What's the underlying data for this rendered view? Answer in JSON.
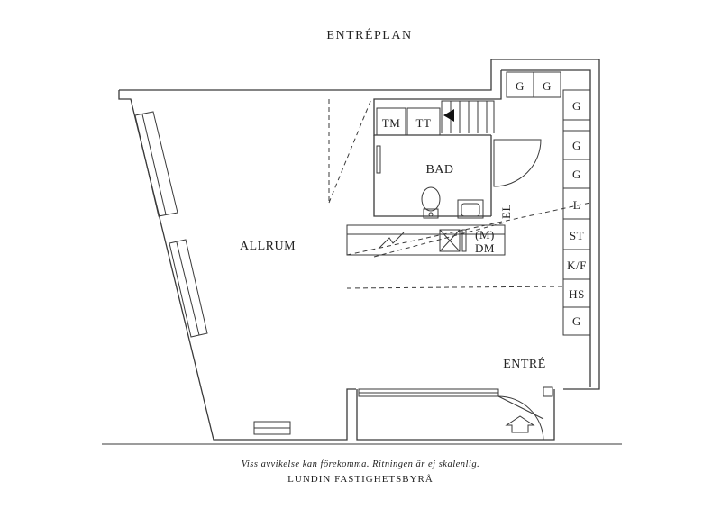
{
  "title": "ENTRÉPLAN",
  "rooms": {
    "allrum": "ALLRUM",
    "bad": "BAD",
    "entre": "ENTRÉ"
  },
  "fixtures": {
    "tm": "TM",
    "tt": "TT",
    "el": "EL",
    "m": "(M)",
    "dm": "DM"
  },
  "top_cabinets": [
    "G",
    "G"
  ],
  "side_cabinets": [
    "G",
    "G",
    "G",
    "L",
    "ST",
    "K/F",
    "HS",
    "G"
  ],
  "footer": {
    "disclaimer": "Viss avvikelse kan förekomma. Ritningen är ej skalenlig.",
    "agency": "LUNDIN FASTIGHETSBYRÅ"
  }
}
